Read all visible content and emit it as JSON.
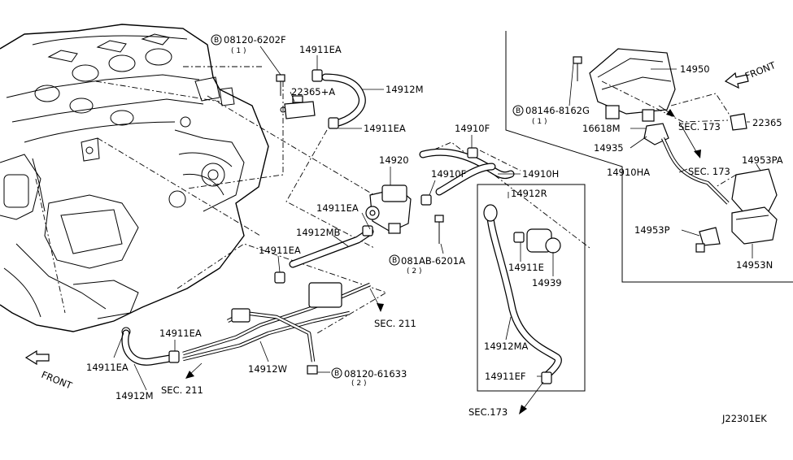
{
  "labels": {
    "p08120_6202f": "08120-6202F",
    "p08120_6202f_qty": "( 1 )",
    "p14911ea_top": "14911EA",
    "p22365a": "22365+A",
    "p14912m_top": "14912M",
    "p14911ea_mid": "14911EA",
    "p14910f_top": "14910F",
    "p14920": "14920",
    "p14910f_mid": "14910F",
    "p14910h": "14910H",
    "p14912r": "14912R",
    "p14911ea_left": "14911EA",
    "p14912mb": "14912MB",
    "p14911ea_low": "14911EA",
    "p081ab": "081AB-6201A",
    "p081ab_qty": "( 2 )",
    "p14911e": "14911E",
    "p14939": "14939",
    "sec211_mid": "SEC. 211",
    "p14911ea_bot1": "14911EA",
    "p14911ea_bot2": "14911EA",
    "p14912w": "14912W",
    "p08120_61633": "08120-61633",
    "p08120_61633_qty": "( 2 )",
    "p14912ma": "14912MA",
    "p14911ef": "14911EF",
    "p14912m_bot": "14912M",
    "sec211_bot": "SEC. 211",
    "front_left": "FRONT",
    "sec173_bot": "SEC.173",
    "diagram_code": "J22301EK",
    "p14950": "14950",
    "front_right": "FRONT",
    "p08146": "08146-8162G",
    "p08146_qty": "( 1 )",
    "p16618m": "16618M",
    "sec173_r1": "SEC. 173",
    "p22365": "22365",
    "p14935": "14935",
    "p14910ha": "14910HA",
    "sec173_r2": "SEC. 173",
    "p14953pa": "14953PA",
    "p14953p": "14953P",
    "p14953n": "14953N",
    "bolt_b": "B"
  }
}
